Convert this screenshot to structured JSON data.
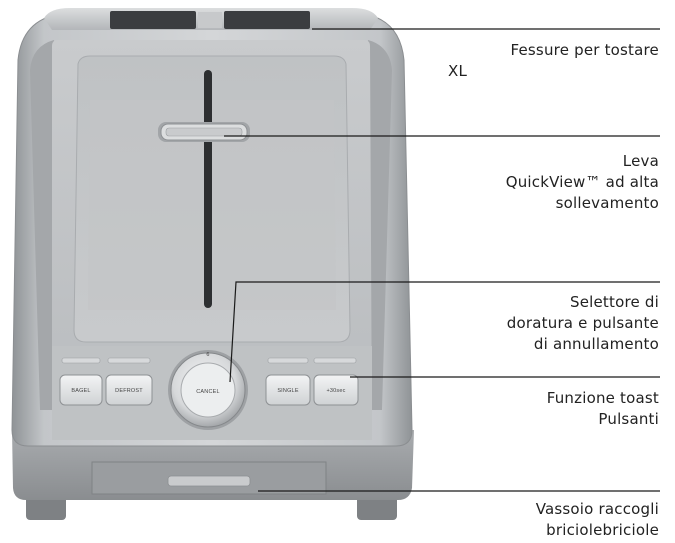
{
  "toaster": {
    "buttons": {
      "bagel": "BAGEL",
      "defrost": "DEFROST",
      "cancel": "CANCEL",
      "single": "SINGLE",
      "plus30": "+30sec",
      "dial_mark": "6"
    }
  },
  "callouts": [
    {
      "lines": [
        "Fessure per tostare",
        "XL"
      ]
    },
    {
      "lines": [
        "Leva",
        "QuickView™ ad alta",
        "sollevamento"
      ]
    },
    {
      "lines": [
        "Selettore di",
        "doratura e pulsante",
        "di annullamento"
      ]
    },
    {
      "lines": [
        "Funzione toast",
        "Pulsanti"
      ]
    },
    {
      "lines": [
        "Vassoio raccogli",
        "briciolebriciole"
      ]
    }
  ],
  "colors": {
    "leader_line": "#1a1a1a",
    "steel": "#b9bcbf",
    "steel_light": "#d9dbdd",
    "steel_dark": "#8e9194",
    "label_text": "#222222"
  }
}
